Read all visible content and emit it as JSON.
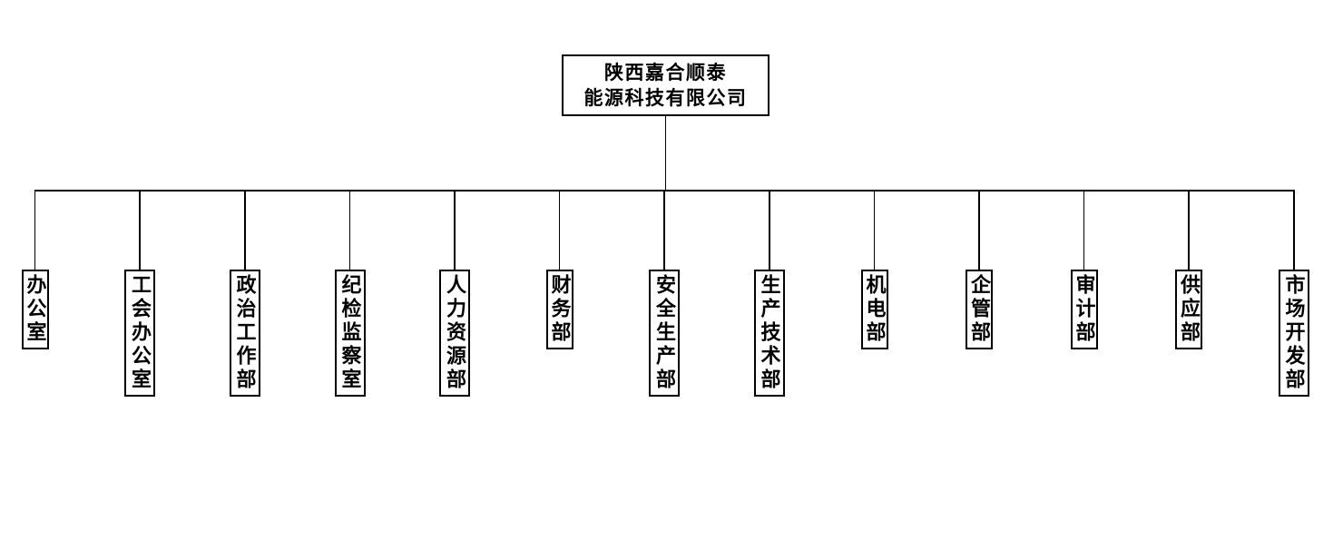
{
  "org_chart": {
    "root": {
      "line1": "陕西嘉合顺泰",
      "line2": "能源科技有限公司"
    },
    "departments": [
      {
        "label": "办公室"
      },
      {
        "label": "工会办公室"
      },
      {
        "label": "政治工作部"
      },
      {
        "label": "纪检监察室"
      },
      {
        "label": "人力资源部"
      },
      {
        "label": "财务部"
      },
      {
        "label": "安全生产部"
      },
      {
        "label": "生产技术部"
      },
      {
        "label": "机电部"
      },
      {
        "label": "企管部"
      },
      {
        "label": "审计部"
      },
      {
        "label": "供应部"
      },
      {
        "label": "市场开发部"
      }
    ],
    "colors": {
      "line": "#000000",
      "box_border": "#000000",
      "box_background": "#ffffff",
      "text": "#000000",
      "page_background": "#ffffff"
    }
  }
}
